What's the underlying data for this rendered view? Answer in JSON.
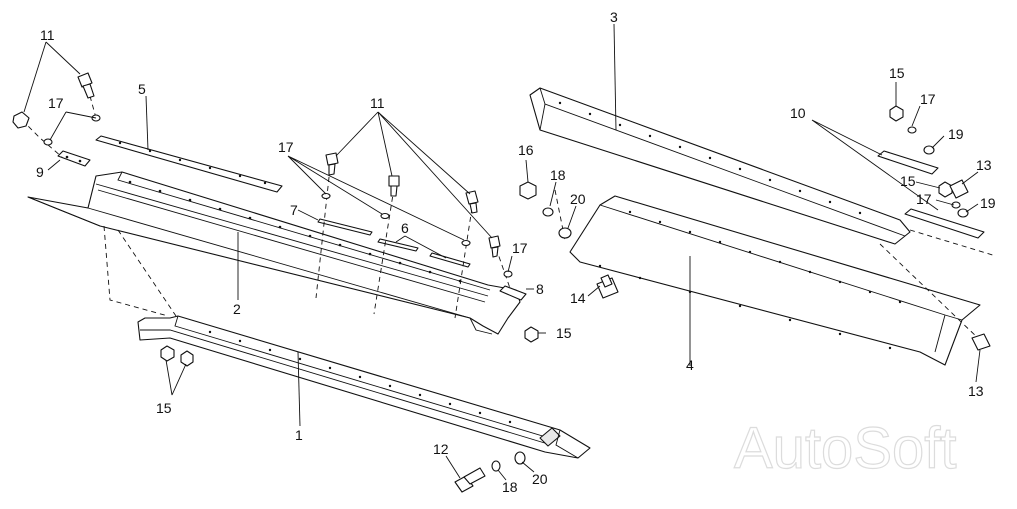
{
  "diagram": {
    "callouts": {
      "c11a": "11",
      "c17a": "17",
      "c9": "9",
      "c5": "5",
      "c2": "2",
      "c1": "1",
      "c15a": "15",
      "c11b": "11",
      "c17b": "17",
      "c7": "7",
      "c6": "6",
      "c17c": "17",
      "c8": "8",
      "c15b": "15",
      "c12": "12",
      "c18a": "18",
      "c20a": "20",
      "c3": "3",
      "c16": "16",
      "c18b": "18",
      "c20b": "20",
      "c14": "14",
      "c4": "4",
      "c15c": "15",
      "c17d": "17",
      "c10": "10",
      "c19a": "19",
      "c13a": "13",
      "c15d": "15",
      "c17e": "17",
      "c19b": "19",
      "c13b": "13"
    },
    "watermark": "AutoSoft"
  }
}
